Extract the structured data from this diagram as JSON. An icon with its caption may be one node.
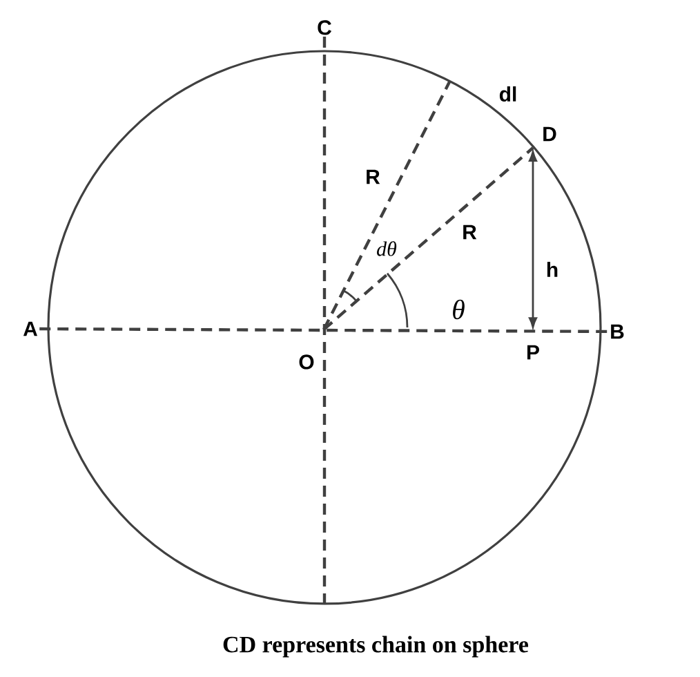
{
  "diagram": {
    "caption": "CD represents chain on sphere",
    "nodes": [
      {
        "text": [
          "C"
        ]
      },
      {
        "text": [
          "A"
        ]
      },
      {
        "text": [
          "O"
        ]
      },
      {
        "text": [
          "D"
        ]
      },
      {
        "text": [
          "P"
        ]
      },
      {
        "text": [
          "B"
        ]
      }
    ],
    "edges": [
      {
        "from": 1,
        "to": 5,
        "arrow": "none",
        "style": "dashed"
      },
      {
        "from": 0,
        "to": null,
        "arrow": "none",
        "style": "dashed"
      },
      {
        "from": 2,
        "to": 3,
        "arrow": "none",
        "style": "dashed",
        "label": "R"
      },
      {
        "from": 2,
        "to": null,
        "arrow": "none",
        "style": "dashed",
        "label": "R"
      },
      {
        "from": 3,
        "to": 4,
        "arrow": "both",
        "label": "h"
      }
    ],
    "labels": [
      "dl",
      "dθ",
      "θ"
    ]
  }
}
